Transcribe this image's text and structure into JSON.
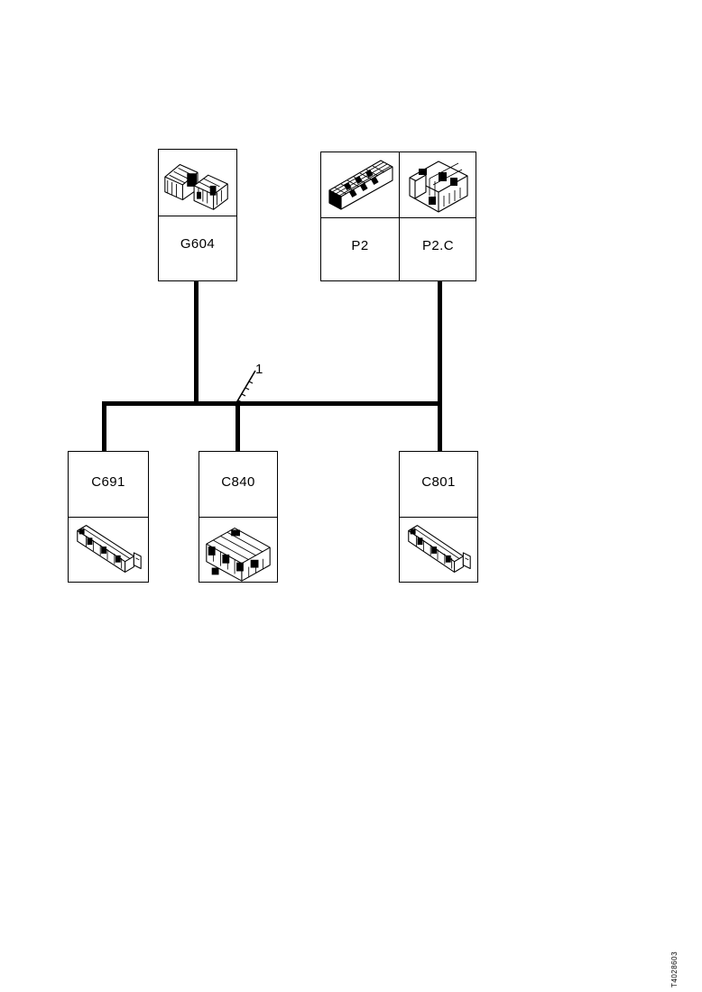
{
  "diagram": {
    "type": "connector-harness-schematic",
    "callouts": [
      {
        "id": "1",
        "label": "1",
        "points_to": "main-harness-bus"
      }
    ],
    "corner_code": "T4028603",
    "nodes": [
      {
        "id": "g604",
        "label": "G604",
        "position": "top-left",
        "artwork": "paired-connector-icon",
        "artwork_name": "connector-pair-isometric",
        "cells": 1,
        "label_on": "bottom"
      },
      {
        "id": "p2",
        "label": "P2",
        "position": "top-right-left-cell",
        "artwork": "flat-multipin-connector-icon",
        "artwork_name": "fuse-block-isometric",
        "cells": 1,
        "label_on": "bottom"
      },
      {
        "id": "p2c",
        "label": "P2.C",
        "position": "top-right-right-cell",
        "artwork": "housing-connector-icon",
        "artwork_name": "connector-housing-isometric",
        "cells": 1,
        "label_on": "bottom"
      },
      {
        "id": "c691",
        "label": "C691",
        "position": "bottom-left",
        "artwork": "inline-connector-icon",
        "artwork_name": "inline-connector-isometric",
        "cells": 1,
        "label_on": "top"
      },
      {
        "id": "c840",
        "label": "C840",
        "position": "bottom-center",
        "artwork": "block-connector-icon",
        "artwork_name": "block-connector-isometric",
        "cells": 1,
        "label_on": "top"
      },
      {
        "id": "c801",
        "label": "C801",
        "position": "bottom-right",
        "artwork": "inline-connector-icon",
        "artwork_name": "inline-connector-isometric",
        "cells": 1,
        "label_on": "top"
      }
    ],
    "connections": [
      {
        "from": "g604",
        "to": "main-harness-bus"
      },
      {
        "from": "p2c",
        "to": "main-harness-bus"
      },
      {
        "from": "main-harness-bus",
        "to": "c691"
      },
      {
        "from": "main-harness-bus",
        "to": "c840"
      },
      {
        "from": "main-harness-bus",
        "to": "c801"
      }
    ]
  },
  "colors": {
    "line": "#000000",
    "background": "#ffffff"
  }
}
